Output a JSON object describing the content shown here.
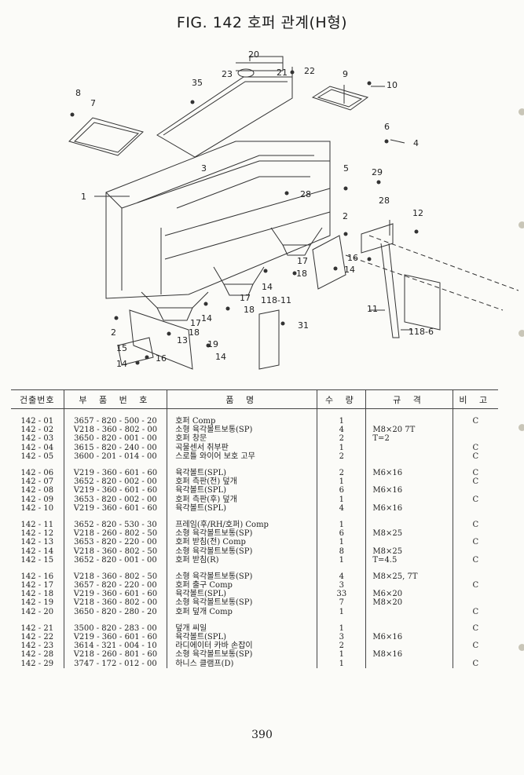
{
  "title": "FIG. 142 호퍼 관계(H형)",
  "callouts": [
    "20",
    "23",
    "21",
    "22",
    "35",
    "9",
    "10",
    "8",
    "7",
    "6",
    "4",
    "3",
    "5",
    "29",
    "28",
    "1",
    "12",
    "2",
    "28",
    "16",
    "14",
    "17",
    "18",
    "14",
    "17",
    "118-11",
    "18",
    "11",
    "2",
    "17",
    "31",
    "14",
    "13",
    "18",
    "15",
    "16",
    "14",
    "19",
    "14",
    "118-6"
  ],
  "table": {
    "headers": [
      "건출번호",
      "부 품 번 호",
      "품 명",
      "수 량",
      "규 격",
      "비 고"
    ],
    "groups": [
      [
        {
          "no": "142 - 01",
          "pn": "3657 - 820 - 500 - 20",
          "name": "호퍼 Comp",
          "qty": "1",
          "spec": "",
          "note": "C"
        },
        {
          "no": "142 - 02",
          "pn": "V218 - 360 - 802 - 00",
          "name": "소형 육각볼트보통(SP)",
          "qty": "4",
          "spec": "M8×20 7T",
          "note": ""
        },
        {
          "no": "142 - 03",
          "pn": "3650 - 820 - 001 - 00",
          "name": "호퍼 창문",
          "qty": "2",
          "spec": "T=2",
          "note": ""
        },
        {
          "no": "142 - 04",
          "pn": "3615 - 820 - 240 - 00",
          "name": "곡물센서 취부판",
          "qty": "1",
          "spec": "",
          "note": "C"
        },
        {
          "no": "142 - 05",
          "pn": "3600 - 201 - 014 - 00",
          "name": "스로틀 와이어 보호 고무",
          "qty": "2",
          "spec": "",
          "note": "C"
        }
      ],
      [
        {
          "no": "142 - 06",
          "pn": "V219 - 360 - 601 - 60",
          "name": "육각볼트(SPL)",
          "qty": "2",
          "spec": "M6×16",
          "note": "C"
        },
        {
          "no": "142 - 07",
          "pn": "3652 - 820 - 002 - 00",
          "name": "호퍼 측판(전) 덮개",
          "qty": "1",
          "spec": "",
          "note": "C"
        },
        {
          "no": "142 - 08",
          "pn": "V219 - 360 - 601 - 60",
          "name": "육각볼트(SPL)",
          "qty": "6",
          "spec": "M6×16",
          "note": ""
        },
        {
          "no": "142 - 09",
          "pn": "3653 - 820 - 002 - 00",
          "name": "호퍼 측판(후) 덮개",
          "qty": "1",
          "spec": "",
          "note": "C"
        },
        {
          "no": "142 - 10",
          "pn": "V219 - 360 - 601 - 60",
          "name": "육각볼트(SPL)",
          "qty": "4",
          "spec": "M6×16",
          "note": ""
        }
      ],
      [
        {
          "no": "142 - 11",
          "pn": "3652 - 820 - 530 - 30",
          "name": "프레임(후/RH/호퍼) Comp",
          "qty": "1",
          "spec": "",
          "note": "C"
        },
        {
          "no": "142 - 12",
          "pn": "V218 - 260 - 802 - 50",
          "name": "소형 육각볼트보통(SP)",
          "qty": "6",
          "spec": "M8×25",
          "note": ""
        },
        {
          "no": "142 - 13",
          "pn": "3653 - 820 - 220 - 00",
          "name": "호퍼 받침(전) Comp",
          "qty": "1",
          "spec": "",
          "note": "C"
        },
        {
          "no": "142 - 14",
          "pn": "V218 - 360 - 802 - 50",
          "name": "소형 육각볼트보통(SP)",
          "qty": "8",
          "spec": "M8×25",
          "note": ""
        },
        {
          "no": "142 - 15",
          "pn": "3652 - 820 - 001 - 00",
          "name": "호퍼 받침(R)",
          "qty": "1",
          "spec": "T=4.5",
          "note": "C"
        }
      ],
      [
        {
          "no": "142 - 16",
          "pn": "V218 - 360 - 802 - 50",
          "name": "소형 육각볼트보통(SP)",
          "qty": "4",
          "spec": "M8×25, 7T",
          "note": ""
        },
        {
          "no": "142 - 17",
          "pn": "3657 - 820 - 220 - 00",
          "name": "호퍼 출구 Comp",
          "qty": "3",
          "spec": "",
          "note": "C"
        },
        {
          "no": "142 - 18",
          "pn": "V219 - 360 - 601 - 60",
          "name": "육각볼트(SPL)",
          "qty": "33",
          "spec": "M6×20",
          "note": ""
        },
        {
          "no": "142 - 19",
          "pn": "V218 - 360 - 802 - 00",
          "name": "소형 육각볼트보통(SP)",
          "qty": "7",
          "spec": "M8×20",
          "note": ""
        },
        {
          "no": "142 - 20",
          "pn": "3650 - 820 - 280 - 20",
          "name": "호퍼 덮개 Comp",
          "qty": "1",
          "spec": "",
          "note": "C"
        }
      ],
      [
        {
          "no": "142 - 21",
          "pn": "3500 - 820 - 283 - 00",
          "name": "덮개 씨일",
          "qty": "1",
          "spec": "",
          "note": "C"
        },
        {
          "no": "142 - 22",
          "pn": "V219 - 360 - 601 - 60",
          "name": "육각볼트(SPL)",
          "qty": "3",
          "spec": "M6×16",
          "note": ""
        },
        {
          "no": "142 - 23",
          "pn": "3614 - 321 - 004 - 10",
          "name": "라디에이터 카바 손잡이",
          "qty": "2",
          "spec": "",
          "note": "C"
        },
        {
          "no": "142 - 28",
          "pn": "V218 - 260 - 801 - 60",
          "name": "소형 육각볼트보통(SP)",
          "qty": "1",
          "spec": "M8×16",
          "note": ""
        },
        {
          "no": "142 - 29",
          "pn": "3747 - 172 - 012 - 00",
          "name": "하니스 클램프(D)",
          "qty": "1",
          "spec": "",
          "note": "C"
        }
      ]
    ]
  },
  "page_number": "390"
}
